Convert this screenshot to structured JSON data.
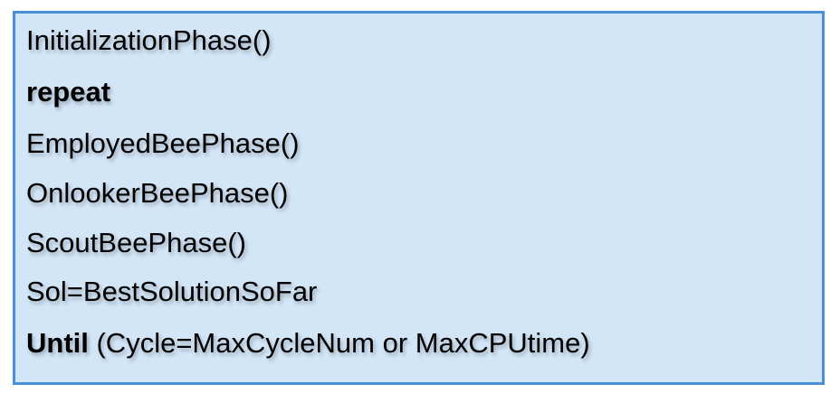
{
  "pseudocode": {
    "line_initialization": "InitializationPhase()",
    "keyword_repeat": "repeat",
    "line_employed": "EmployedBeePhase()",
    "line_onlooker": "OnlookerBeePhase()",
    "line_scout": "ScoutBeePhase()",
    "line_solution": "Sol=BestSolutionSoFar",
    "keyword_until": "Until",
    "until_condition": " (Cycle=MaxCycleNum or MaxCPUtime)"
  },
  "colors": {
    "box_background": "#d3e6f8",
    "box_border": "#4a90d9",
    "text": "#000000"
  }
}
